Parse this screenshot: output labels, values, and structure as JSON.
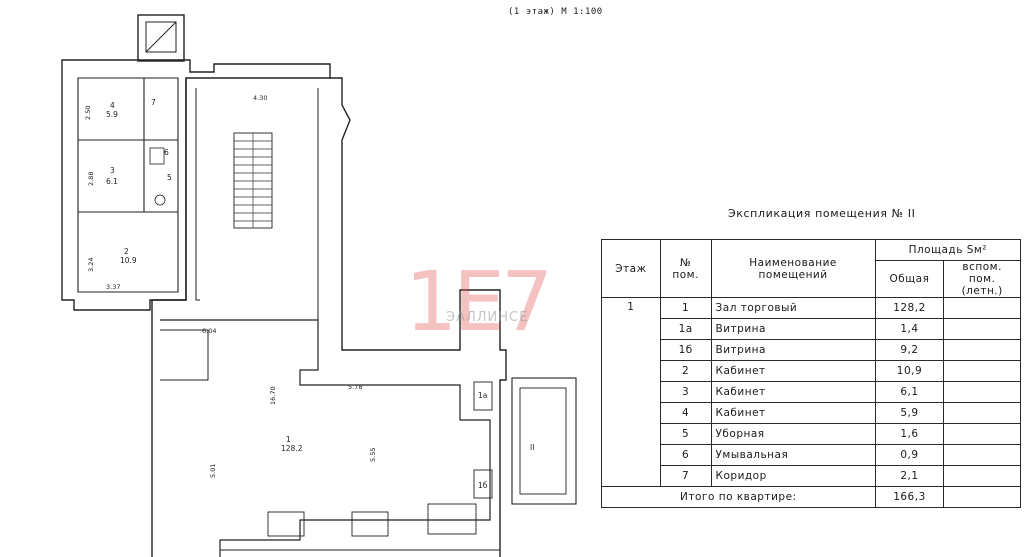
{
  "header": {
    "floor_scale": "(1 этаж)   М 1:100"
  },
  "plan": {
    "dimensions": [
      "4.30",
      "2.50",
      "2.88",
      "3.24",
      "3.37",
      "6.04",
      "16.70",
      "5.78",
      "5.01",
      "5.55"
    ],
    "rooms": {
      "r4_num": "4",
      "r4_area": "5.9",
      "r3_num": "3",
      "r3_area": "6.1",
      "r2_num": "2",
      "r2_area": "10.9",
      "r7_num": "7",
      "r6_num": "6",
      "r5_num": "5",
      "r1_num": "1",
      "r1_area": "128.2",
      "r1a_num": "1а",
      "r1b_num": "1б",
      "section": "II"
    }
  },
  "watermark": {
    "logo": "1Е7",
    "sub": "ЭАЛЛИНСЕ"
  },
  "explication": {
    "title": "Экспликация помещения № II",
    "headers": {
      "floor": "Этаж",
      "num": "№ пом.",
      "name": "Наименование помещений",
      "area": "Площадь Sм²",
      "total": "Общая",
      "aux": "вспом. пом. (летн.)"
    },
    "floor_value": "1",
    "rows": [
      {
        "num": "1",
        "name": "Зал торговый",
        "total": "128,2"
      },
      {
        "num": "1а",
        "name": "Витрина",
        "total": "1,4"
      },
      {
        "num": "1б",
        "name": "Витрина",
        "total": "9,2"
      },
      {
        "num": "2",
        "name": "Кабинет",
        "total": "10,9"
      },
      {
        "num": "3",
        "name": "Кабинет",
        "total": "6,1"
      },
      {
        "num": "4",
        "name": "Кабинет",
        "total": "5,9"
      },
      {
        "num": "5",
        "name": "Уборная",
        "total": "1,6"
      },
      {
        "num": "6",
        "name": "Умывальная",
        "total": "0,9"
      },
      {
        "num": "7",
        "name": "Коридор",
        "total": "2,1"
      }
    ],
    "total_label": "Итого по квартире:",
    "total_value": "166,3"
  }
}
